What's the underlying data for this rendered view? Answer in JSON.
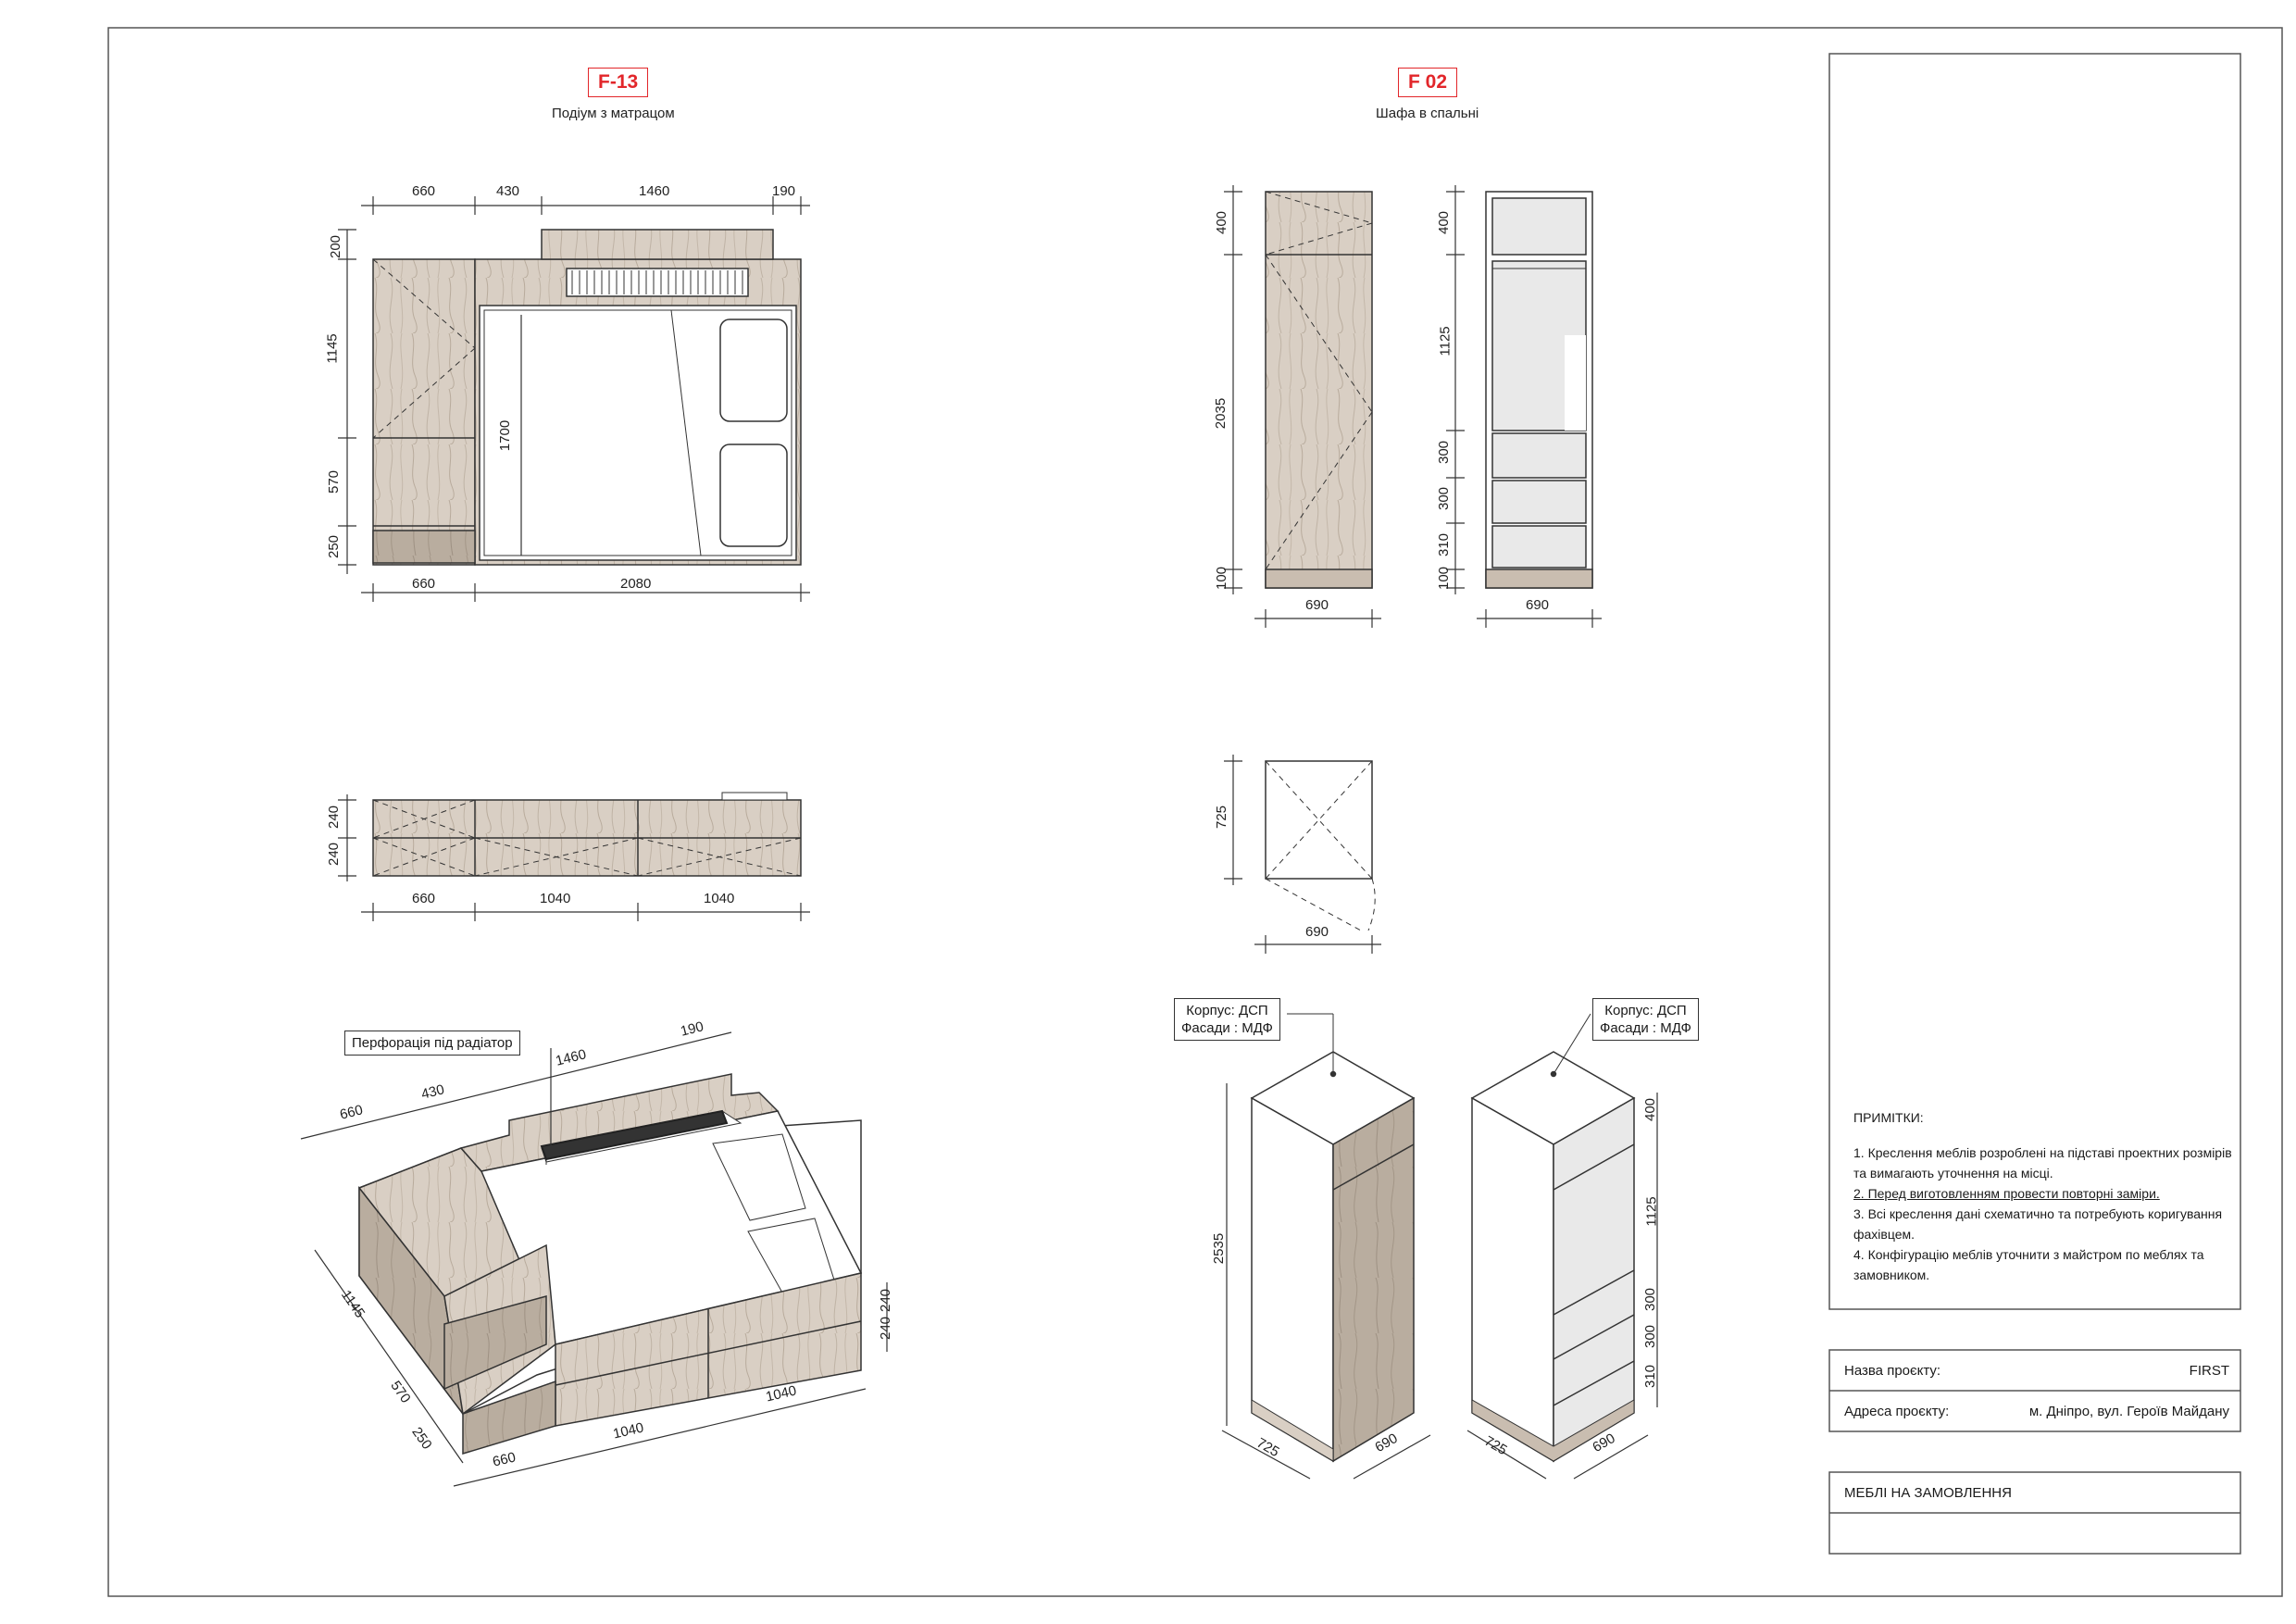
{
  "colors": {
    "wood": "#d9cfc4",
    "wood_dark": "#b7aa9b",
    "line": "#333333",
    "accent": "#e2262a",
    "shelf": "#e9e9e9"
  },
  "left": {
    "tag": "F-13",
    "subtitle": "Подіум з матрацом",
    "plan_dims": {
      "top": [
        "660",
        "430",
        "1460",
        "190"
      ],
      "left": [
        "200",
        "1145",
        "570",
        "250"
      ],
      "bottom": [
        "660",
        "2080"
      ],
      "mattress": "1700"
    },
    "front_dims": {
      "left": [
        "240",
        "240"
      ],
      "bottom": [
        "660",
        "1040",
        "1040"
      ]
    },
    "iso_callout": "Перфорація під радіатор",
    "iso_dims": {
      "top": [
        "660",
        "430",
        "1460",
        "190"
      ],
      "left": [
        "1145",
        "570",
        "250"
      ],
      "bottom": [
        "660",
        "1040",
        "1040"
      ],
      "right": [
        "240",
        "240"
      ]
    }
  },
  "right": {
    "tag": "F 02",
    "subtitle": "Шафа в спальні",
    "front_dims": {
      "left": [
        "400",
        "2035",
        "100"
      ],
      "bottom": "690"
    },
    "inner_dims": {
      "left": [
        "400",
        "1125",
        "300",
        "300",
        "310",
        "100"
      ],
      "bottom": "690"
    },
    "plan_dims": {
      "left": "725",
      "bottom": "690"
    },
    "callout": [
      "Корпус: ДСП",
      "Фасади : МДФ"
    ],
    "iso_dims": {
      "height": "2535",
      "depth": "725",
      "width": "690",
      "inner": [
        "400",
        "1125",
        "300",
        "300",
        "310"
      ]
    }
  },
  "notes": {
    "title": "ПРИМІТКИ:",
    "items": [
      "1. Креслення меблів розроблені на підставі проектних розмірів та вимагають уточнення на місці.",
      "2. Перед виготовленням провести повторні заміри.",
      "3. Всі креслення дані схематично та потребують коригування фахівцем.",
      "4. Конфігурацію меблів уточнити з майстром по меблях та замовником."
    ]
  },
  "title_block": {
    "project_label": "Назва проєкту:",
    "project_value": "FIRST",
    "address_label": "Адреса проєкту:",
    "address_value": "м. Дніпро, вул. Героїв Майдану",
    "section": "МЕБЛІ НА ЗАМОВЛЕННЯ"
  }
}
